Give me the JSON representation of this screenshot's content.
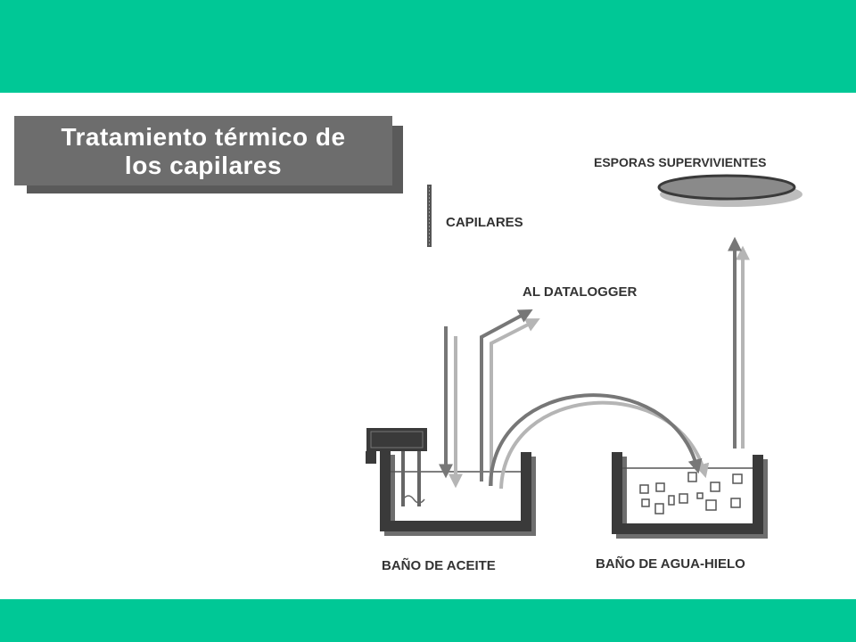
{
  "title": {
    "line1": "Tratamiento térmico de",
    "line2": "los capilares"
  },
  "diagram": {
    "labels": {
      "capillaries": "CAPILARES",
      "surviving_spores": "ESPORAS SUPERVIVIENTES",
      "datalogger": "AL DATALOGGER",
      "oil_bath": "BAÑO DE ACEITE",
      "ice_water_bath": "BAÑO DE AGUA-HIELO"
    }
  },
  "colors": {
    "band": "#00c896",
    "title_box": "#6d6d6d",
    "container": "#3a3a3a",
    "arrow_dark": "#777777",
    "arrow_light": "#b5b5b5"
  }
}
